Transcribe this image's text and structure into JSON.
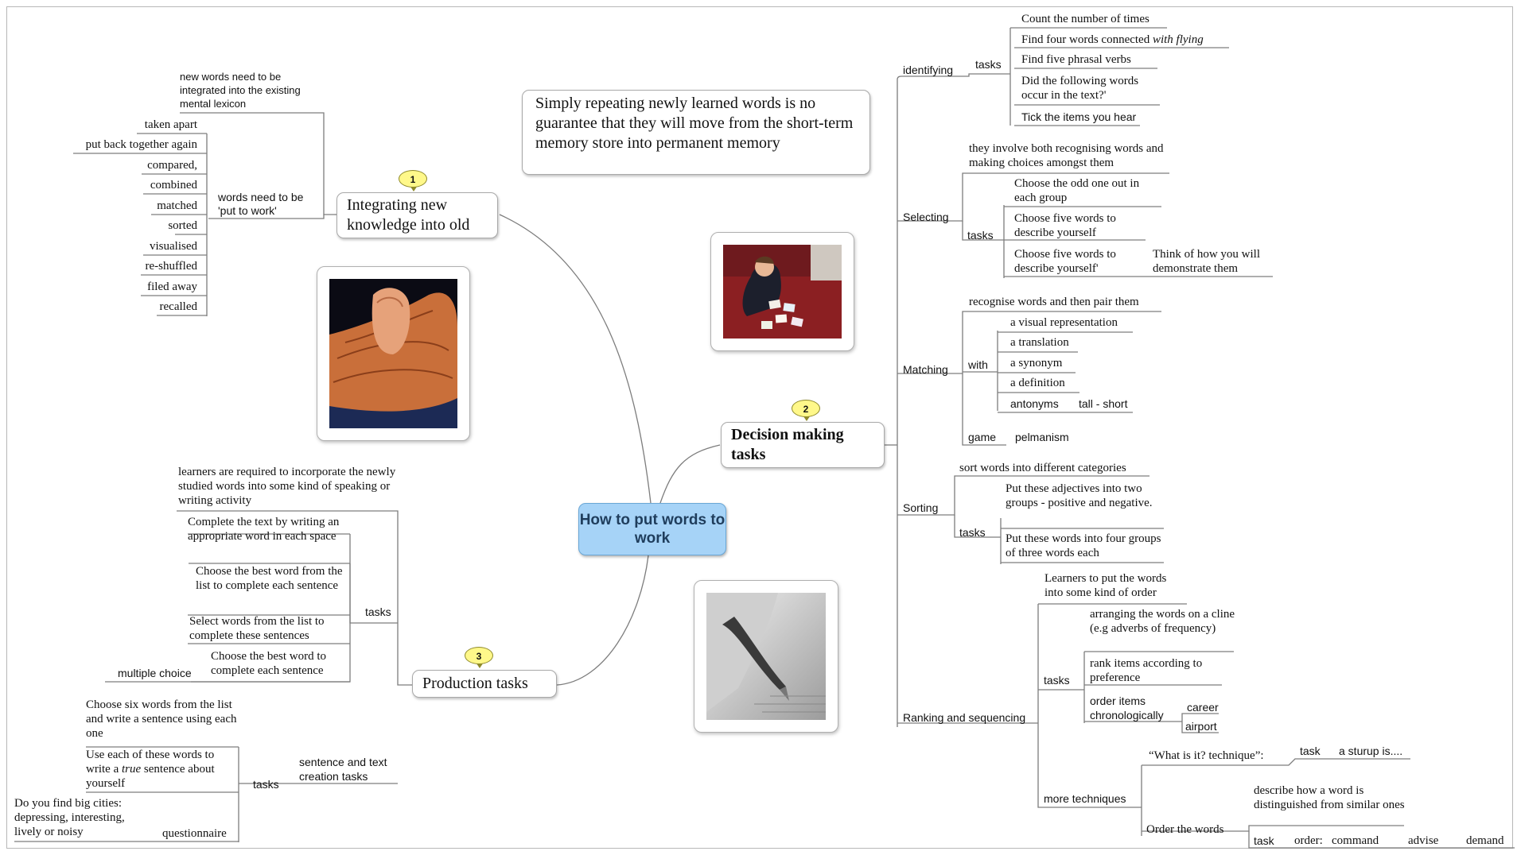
{
  "central": {
    "label": "How to put words to work"
  },
  "note": "Simply repeating newly learned words is no guarantee that they will move from the short-term memory store into permanent memory",
  "branches": {
    "integrating": {
      "badge": "1",
      "title": "Integrating new knowledge into old",
      "intro": "new words need to be integrated into the existing mental lexicon",
      "words_need": "words need to be 'put to work'",
      "items": [
        "taken apart",
        "put back together again",
        "compared,",
        "combined",
        "matched",
        "sorted",
        "visualised",
        "re-shuffled",
        "filed away",
        "recalled"
      ]
    },
    "decision": {
      "badge": "2",
      "title": "Decision making tasks",
      "identifying": {
        "label": "identifying",
        "tasks_label": "tasks",
        "tasks": [
          "Count the number of times",
          "Find four words connected ",
          "with flying",
          "Find five phrasal verbs",
          "Did the following words occur in the text?'",
          "Tick the items you hear"
        ]
      },
      "selecting": {
        "label": "Selecting",
        "intro": "they involve both recognising words and making choices amongst them",
        "tasks_label": "tasks",
        "tasks": [
          "Choose the odd one out in each group",
          "Choose five words to describe yourself",
          "Choose five words to describe yourself'"
        ],
        "extra": "Think of how you will demonstrate them"
      },
      "matching": {
        "label": "Matching",
        "intro": "recognise words and then pair them",
        "with_label": "with",
        "with_items": [
          "a visual representation",
          "a translation",
          "a synonym",
          "a definition",
          "antonyms"
        ],
        "antonym_example": "tall - short",
        "game_label": "game",
        "game": "pelmanism"
      },
      "sorting": {
        "label": "Sorting",
        "intro": "sort words into different categories",
        "tasks_label": "tasks",
        "tasks": [
          "Put these adjectives into two groups - positive and negative.",
          "Put these words into four groups of three words each"
        ]
      },
      "ranking": {
        "label": "Ranking and sequencing",
        "intro": "Learners to put the words into some kind of order",
        "tasks_label": "tasks",
        "tasks": [
          "arranging the words on a cline (e.g adverbs of frequency)",
          "rank items according to preference",
          "order items chronologically"
        ],
        "chrono_items": [
          "career",
          "airport"
        ],
        "more_label": "more techniques",
        "whatisit": "“What is it? technique”:",
        "whatisit_task_label": "task",
        "whatisit_task": "a sturup is....",
        "describe": "describe how a word is distinguished from similar ones",
        "order_words": "Order the words",
        "order_task_label": "task",
        "order_label": "order:",
        "order_items": [
          "command",
          "advise",
          "demand"
        ]
      }
    },
    "production": {
      "badge": "3",
      "title": "Production tasks",
      "intro": "learners are required to incorporate the newly studied words into some kind of speaking or writing activity",
      "tasks_label": "tasks",
      "tasks": [
        "Complete the text by writing an appropriate word in each space",
        "Choose the best word from the list to complete each sentence",
        "Select words from the list to complete these sentences",
        "Choose the best word to complete each sentence"
      ],
      "multiple_choice": "multiple choice",
      "sentence_label": "sentence and text creation tasks",
      "sentence_tasks_label": "tasks",
      "sentence_tasks": [
        "Choose six words from the list and write a sentence using each one",
        "Use each of these words to write a ",
        "true",
        " sentence about yourself"
      ],
      "questionnaire_text": "Do you find big cities: depressing, interesting, lively or noisy",
      "questionnaire": "questionnaire"
    }
  }
}
